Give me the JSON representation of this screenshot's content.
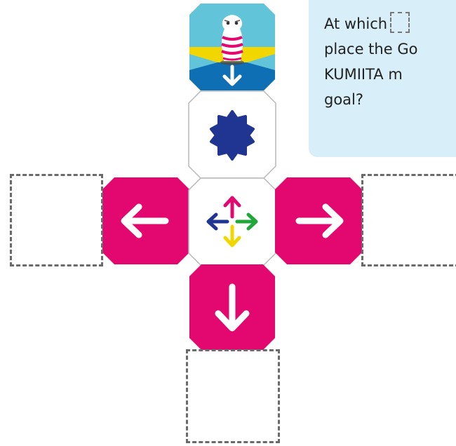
{
  "question": {
    "line1": "At which",
    "line2": "place the Go",
    "line3": "KUMIITA m",
    "line4": "goal?"
  },
  "tiles": {
    "start": {
      "icon": "robot-figure-icon",
      "arrow": "down-arrow-icon"
    },
    "shape": {
      "icon": "star-badge-icon",
      "color": "#1f3591"
    },
    "center": {
      "icon": "four-direction-arrows-icon"
    },
    "left": {
      "icon": "left-arrow-icon",
      "color": "#e2086f"
    },
    "right": {
      "icon": "right-arrow-icon",
      "color": "#e2086f"
    },
    "down": {
      "icon": "down-arrow-icon",
      "color": "#e2086f"
    }
  },
  "colors": {
    "magenta": "#e2086f",
    "navy": "#1f3591",
    "green": "#1fa73a",
    "yellow": "#f2d600",
    "sky": "#62c4d8",
    "water": "#0f6fb4",
    "question_bg": "#d8eef8"
  },
  "slots": [
    "left-drop-slot",
    "right-drop-slot",
    "bottom-drop-slot"
  ]
}
